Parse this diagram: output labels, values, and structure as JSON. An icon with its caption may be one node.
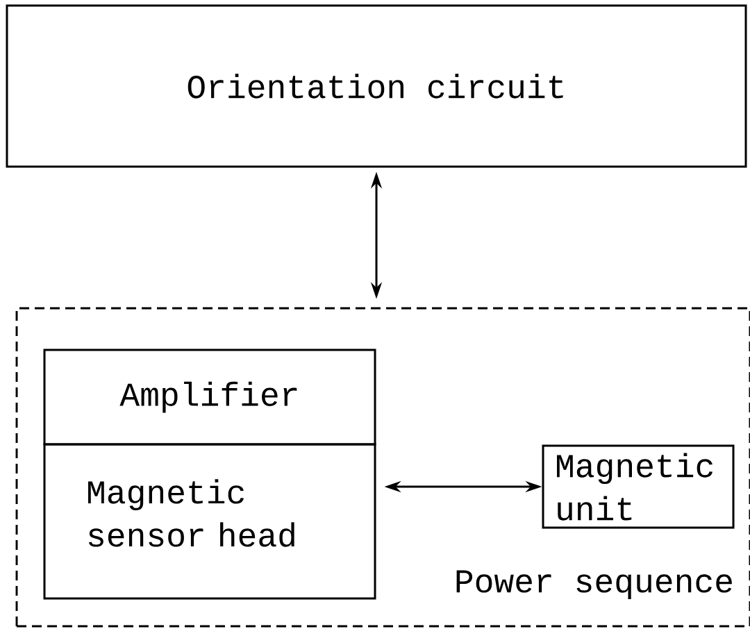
{
  "diagram": {
    "nodes": [
      {
        "text": [
          "Orientation circuit"
        ]
      },
      {
        "text": [
          "Power sequence"
        ]
      },
      {
        "text": [
          "Amplifier"
        ],
        "in": 1
      },
      {
        "text": [
          "Magnetic sensor head"
        ],
        "in": 1
      },
      {
        "text": [
          "Magnetic unit"
        ],
        "in": 1
      }
    ],
    "edges": [
      {
        "from": 0,
        "to": 1,
        "arrow": "both"
      },
      {
        "from": 3,
        "to": 4,
        "arrow": "both"
      }
    ]
  }
}
